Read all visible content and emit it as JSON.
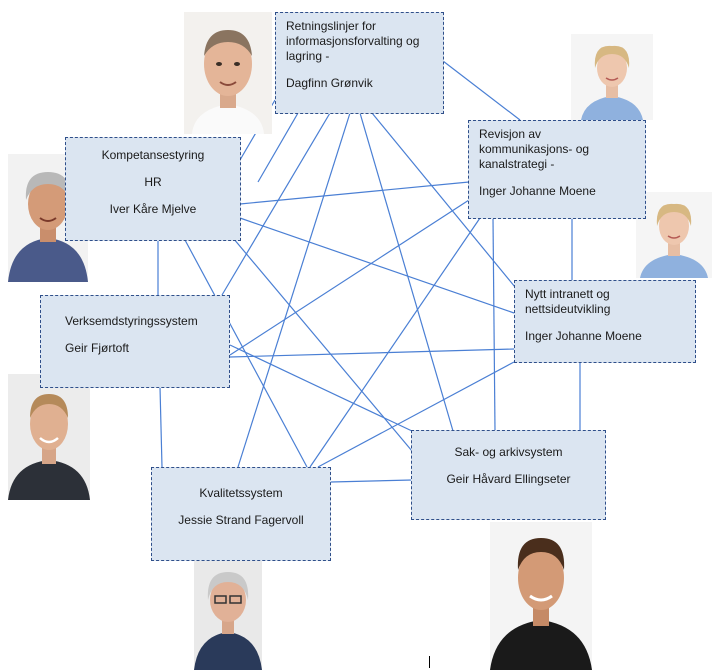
{
  "nodes": {
    "retningslinjer": {
      "title": "Retningslinjer for informasjonsforvalting og lagring -",
      "person": "Dagfinn Grønvik"
    },
    "revisjon": {
      "title": "Revisjon av kommunikasjons- og kanalstrategi -",
      "person": "Inger Johanne Moene"
    },
    "kompetanse": {
      "title": "Kompetansestyring",
      "subtitle": "HR",
      "person": "Iver Kåre Mjelve"
    },
    "intranett": {
      "title": "Nytt intranett og nettsideutvikling",
      "person": "Inger Johanne Moene"
    },
    "verksemd": {
      "title": "Verksemdstyringssystem",
      "person": "Geir Fjørtoft"
    },
    "sak": {
      "title": "Sak- og arkivsystem",
      "person": "Geir Håvard Ellingseter"
    },
    "kvalitet": {
      "title": "Kvalitetssystem",
      "person": "Jessie Strand Fagervoll"
    }
  },
  "photos": {
    "dagfinn": "portrait-man-bald",
    "inger1": "portrait-woman-blonde",
    "inger2": "portrait-woman-blonde",
    "iver": "portrait-man-grey-hair",
    "geir_f": "portrait-man-smiling",
    "geir_h": "portrait-man-dark-suit",
    "jessie": "portrait-woman-glasses"
  },
  "colors": {
    "box_fill": "#dbe5f1",
    "box_border": "#2f4f8a",
    "connector": "#4a7fd4"
  }
}
